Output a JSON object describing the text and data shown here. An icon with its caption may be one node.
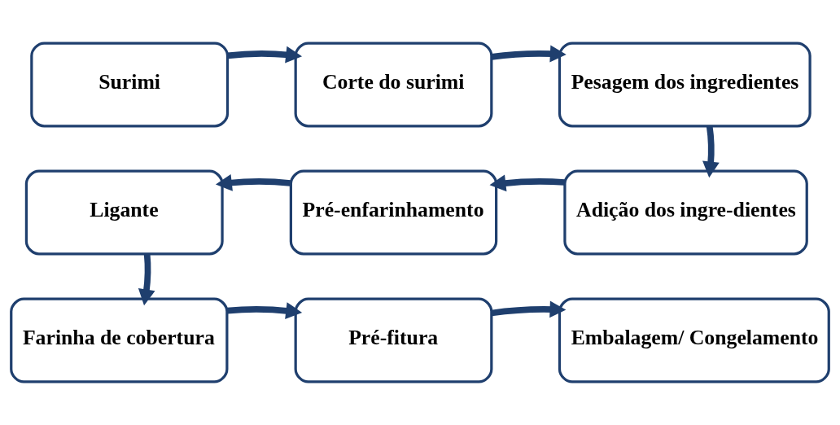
{
  "diagram": {
    "nodes": [
      {
        "text": [
          "Surimi"
        ]
      },
      {
        "text": [
          "Corte do surimi"
        ]
      },
      {
        "text": [
          "Pesagem dos ingredientes"
        ]
      },
      {
        "text": [
          "Adição dos ingre-dientes"
        ]
      },
      {
        "text": [
          "Pré-enfarinhamento"
        ]
      },
      {
        "text": [
          "Ligante"
        ]
      },
      {
        "text": [
          "Farinha de cobertura"
        ]
      },
      {
        "text": [
          "Pré-fitura"
        ]
      },
      {
        "text": [
          "Embalagem/ Congelamento"
        ]
      }
    ],
    "edges": [
      {
        "from": 0,
        "to": 1,
        "arrow": "to"
      },
      {
        "from": 1,
        "to": 2,
        "arrow": "to"
      },
      {
        "from": 2,
        "to": 3,
        "arrow": "to"
      },
      {
        "from": 3,
        "to": 4,
        "arrow": "to"
      },
      {
        "from": 4,
        "to": 5,
        "arrow": "to"
      },
      {
        "from": 5,
        "to": 6,
        "arrow": "to"
      },
      {
        "from": 6,
        "to": 7,
        "arrow": "to"
      },
      {
        "from": 7,
        "to": 8,
        "arrow": "to"
      }
    ]
  }
}
